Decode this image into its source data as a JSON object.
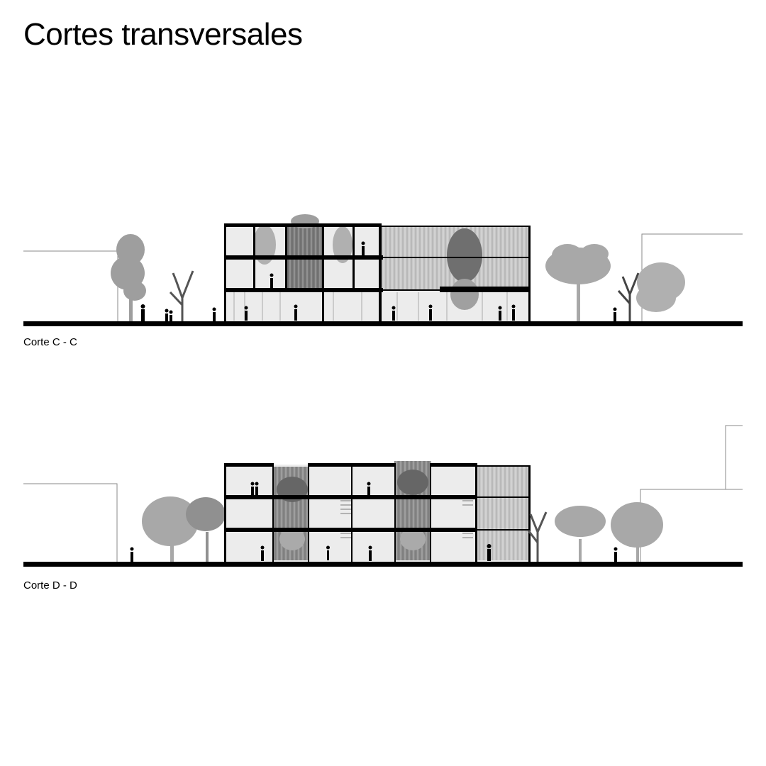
{
  "page": {
    "title": "Cortes transversales"
  },
  "sections": [
    {
      "id": "c",
      "caption": "Corte C - C"
    },
    {
      "id": "d",
      "caption": "Corte D - D"
    }
  ],
  "colors": {
    "ink": "#000000",
    "tree": "#9e9e9e",
    "glazing": "#b8b8b8",
    "outline": "#8a8a8a"
  }
}
